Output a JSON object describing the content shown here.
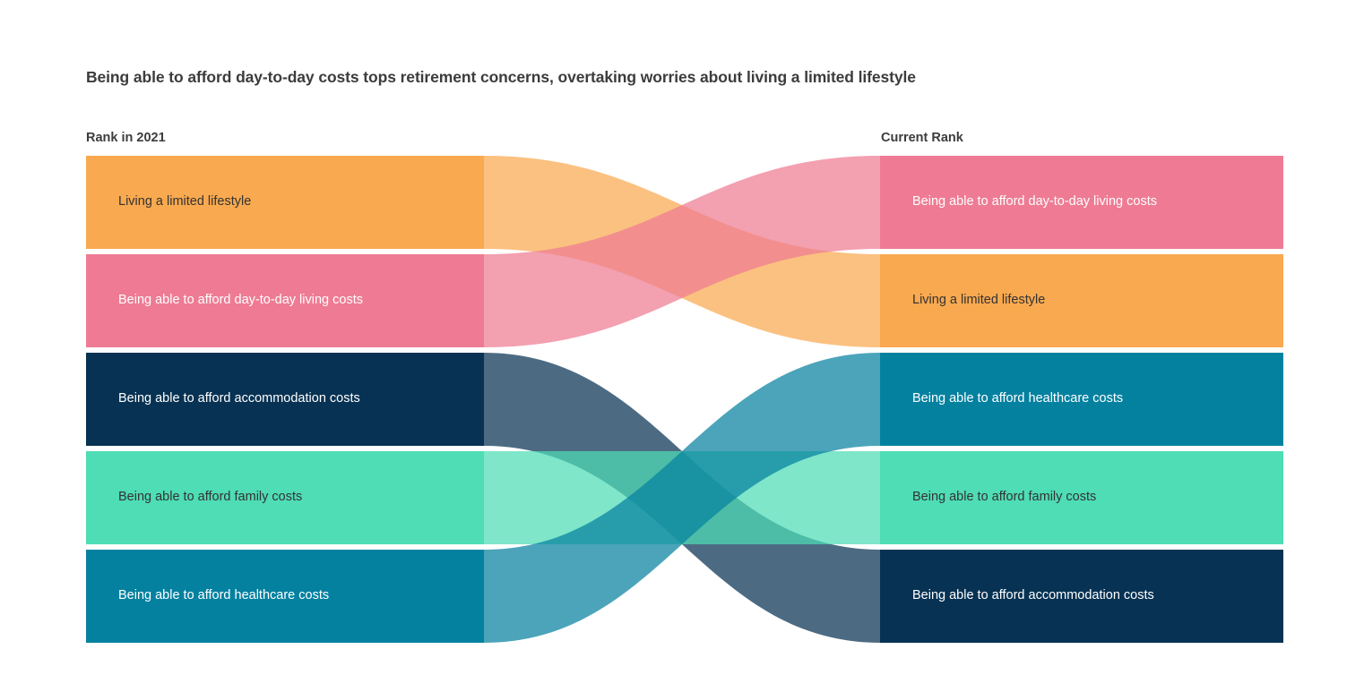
{
  "title": "Being able to afford day-to-day costs tops retirement concerns, overtaking worries about living a limited lifestyle",
  "headers": {
    "left": "Rank in 2021",
    "right": "Current Rank"
  },
  "chart_data": {
    "type": "bar",
    "chart_variant": "rank-flow-bump-sankey",
    "title": "Being able to afford day-to-day costs tops retirement concerns, overtaking worries about living a limited lifestyle",
    "xlabel": "",
    "ylabel": "",
    "columns": [
      "Rank in 2021",
      "Current Rank"
    ],
    "categories": [
      "Living a limited lifestyle",
      "Being able to afford day-to-day living costs",
      "Being able to afford accommodation costs",
      "Being able to afford family costs",
      "Being able to afford healthcare costs"
    ],
    "colors": {
      "Living a limited lifestyle": "#F9A94F",
      "Being able to afford day-to-day living costs": "#EE7B93",
      "Being able to afford accommodation costs": "#073253",
      "Being able to afford family costs": "#4EDDB5",
      "Being able to afford healthcare costs": "#0581A0"
    },
    "series": [
      {
        "name": "Rank in 2021",
        "ranks": [
          {
            "rank": 1,
            "label": "Living a limited lifestyle"
          },
          {
            "rank": 2,
            "label": "Being able to afford day-to-day living costs"
          },
          {
            "rank": 3,
            "label": "Being able to afford accommodation costs"
          },
          {
            "rank": 4,
            "label": "Being able to afford family costs"
          },
          {
            "rank": 5,
            "label": "Being able to afford healthcare costs"
          }
        ]
      },
      {
        "name": "Current Rank",
        "ranks": [
          {
            "rank": 1,
            "label": "Being able to afford day-to-day living costs"
          },
          {
            "rank": 2,
            "label": "Living a limited lifestyle"
          },
          {
            "rank": 3,
            "label": "Being able to afford healthcare costs"
          },
          {
            "rank": 4,
            "label": "Being able to afford family costs"
          },
          {
            "rank": 5,
            "label": "Being able to afford accommodation costs"
          }
        ]
      }
    ],
    "flows": [
      {
        "label": "Living a limited lifestyle",
        "from_rank": 1,
        "to_rank": 2,
        "color": "#F9A94F"
      },
      {
        "label": "Being able to afford day-to-day living costs",
        "from_rank": 2,
        "to_rank": 1,
        "color": "#EE7B93"
      },
      {
        "label": "Being able to afford accommodation costs",
        "from_rank": 3,
        "to_rank": 5,
        "color": "#073253"
      },
      {
        "label": "Being able to afford family costs",
        "from_rank": 4,
        "to_rank": 4,
        "color": "#4EDDB5"
      },
      {
        "label": "Being able to afford healthcare costs",
        "from_rank": 5,
        "to_rank": 3,
        "color": "#0581A0"
      }
    ],
    "grid": false,
    "legend": "none"
  },
  "left_nodes": [
    {
      "label": "Living a limited lifestyle",
      "color": "#F9A94F",
      "text": "dark"
    },
    {
      "label": "Being able to afford day-to-day living costs",
      "color": "#EE7B93",
      "text": "light"
    },
    {
      "label": "Being able to afford accommodation costs",
      "color": "#073253",
      "text": "light"
    },
    {
      "label": "Being able to afford family costs",
      "color": "#4EDDB5",
      "text": "dark"
    },
    {
      "label": "Being able to afford healthcare costs",
      "color": "#0581A0",
      "text": "light"
    }
  ],
  "right_nodes": [
    {
      "label": "Being able to afford day-to-day living costs",
      "color": "#EE7B93",
      "text": "light"
    },
    {
      "label": "Living a limited lifestyle",
      "color": "#F9A94F",
      "text": "dark"
    },
    {
      "label": "Being able to afford healthcare costs",
      "color": "#0581A0",
      "text": "light"
    },
    {
      "label": "Being able to afford family costs",
      "color": "#4EDDB5",
      "text": "dark"
    },
    {
      "label": "Being able to afford accommodation costs",
      "color": "#073253",
      "text": "light"
    }
  ]
}
